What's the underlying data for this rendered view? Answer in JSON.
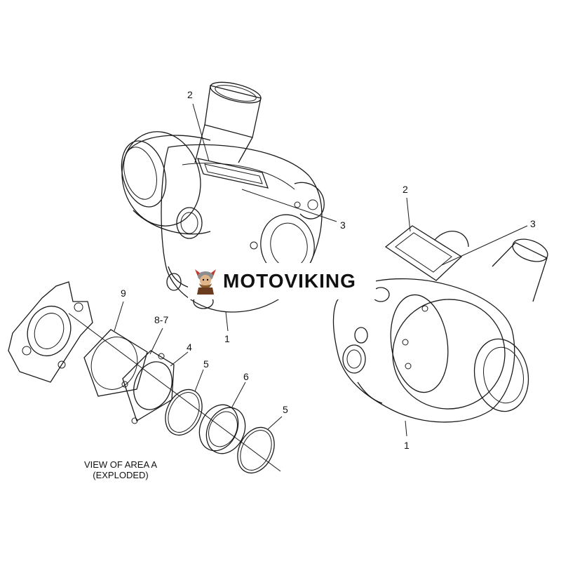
{
  "callouts": {
    "left_assembly": {
      "part_1": "1",
      "part_2": "2",
      "part_3": "3"
    },
    "right_assembly": {
      "part_1": "1",
      "part_2": "2",
      "part_3": "3"
    },
    "exploded": {
      "part_9": "9",
      "part_8_7": "8-7",
      "part_4": "4",
      "part_5a": "5",
      "part_6": "6",
      "part_5b": "5"
    }
  },
  "caption": {
    "line1": "VIEW OF AREA  A",
    "line2": "(EXPLODED)"
  },
  "watermark": {
    "brand": "MOTOVIKING",
    "icon": "viking-mascot-icon"
  }
}
